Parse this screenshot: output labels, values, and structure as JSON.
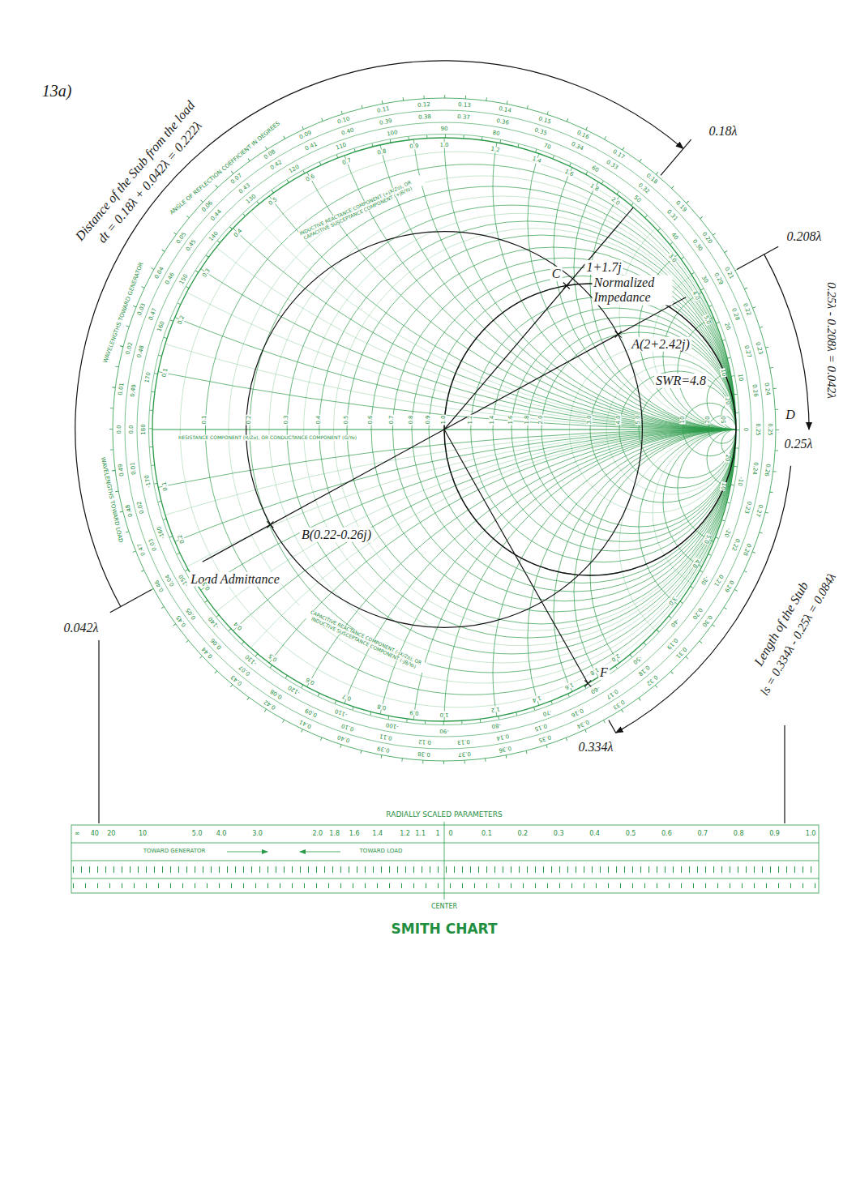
{
  "diagram": {
    "caption": "SMITH CHART",
    "labels": [
      "13a)",
      "Distance of the Stub from the load",
      "dt = 0.18λ + 0.042λ = 0.222λ",
      "0.18λ",
      "0.208λ",
      "0.25λ - 0.208λ = 0.042λ",
      "C",
      "1+1.7j",
      "Normalized Impedance",
      "A(2+2.42j)",
      "SWR=4.8",
      "D",
      "0.25λ",
      "B(0.22-0.26j)",
      "Load Admittance",
      "0.042λ",
      "F",
      "0.334λ",
      "Length of the Stub",
      "ls = 0.334λ - 0.25λ = 0.084λ",
      "RESISTANCE COMPONENT (R/Zo), OR CONDUCTANCE COMPONENT (G/Yo)",
      "WAVELENGTHS TOWARD GENERATOR",
      "WAVELENGTHS TOWARD LOAD",
      "INDUCTIVE REACTANCE COMPONENT (+jX/Zo), OR CAPACITIVE SUSCEPTANCE COMPONENT (+jB/Yo)",
      "CAPACITIVE REACTANCE COMPONENT (-jX/Zo), OR INDUCTIVE SUSCEPTANCE COMPONENT (-jB/Yo)",
      "ANGLE OF REFLECTION COEFFICIENT IN DEGREES",
      "RADIALLY SCALED PARAMETERS",
      "TOWARD GENERATOR",
      "TOWARD LOAD",
      "CENTER",
      "∞",
      "40",
      "20",
      "10",
      "5.0",
      "4.0",
      "3.0",
      "2.0",
      "1.8",
      "1.6",
      "1.4",
      "1.2",
      "1.1",
      "1",
      "0",
      "0.1",
      "0.2",
      "0.3",
      "0.4",
      "0.5",
      "0.6",
      "0.7",
      "0.8",
      "0.9",
      "1.0",
      "0.1",
      "0.2",
      "0.3",
      "0.4",
      "0.5",
      "0.6",
      "0.7",
      "0.8",
      "0.9",
      "1.0",
      "1.2",
      "1.4",
      "1.6",
      "1.8",
      "2.0",
      "3.0",
      "4.0",
      "5.0",
      "10",
      "20",
      "50",
      "0.1",
      "0.2",
      "0.3",
      "0.4",
      "0.5",
      "0.6",
      "0.7",
      "0.8",
      "0.9",
      "1.0",
      "1.2",
      "1.4",
      "1.6",
      "1.8",
      "2.0",
      "3.0",
      "4.0",
      "5.0",
      "10",
      "20",
      "0.1",
      "0.2",
      "0.3",
      "0.4",
      "0.5",
      "0.6",
      "0.7",
      "0.8",
      "0.9",
      "1.0",
      "1.2",
      "1.4",
      "1.6",
      "1.8",
      "2.0",
      "3.0",
      "4.0",
      "5.0",
      "10",
      "20",
      "0.0",
      "0.01",
      "0.02",
      "0.03",
      "0.04",
      "0.05",
      "0.06",
      "0.07",
      "0.08",
      "0.09",
      "0.10",
      "0.11",
      "0.12",
      "0.13",
      "0.14",
      "0.15",
      "0.16",
      "0.17",
      "0.18",
      "0.19",
      "0.20",
      "0.21",
      "0.22",
      "0.23",
      "0.24",
      "0.25",
      "0.26",
      "0.27",
      "0.28",
      "0.29",
      "0.30",
      "0.31",
      "0.32",
      "0.33",
      "0.34",
      "0.35",
      "0.36",
      "0.37",
      "0.38",
      "0.39",
      "0.40",
      "0.41",
      "0.42",
      "0.43",
      "0.44",
      "0.45",
      "0.46",
      "0.47",
      "0.48",
      "0.49",
      "0.0",
      "0.01",
      "0.02",
      "0.03",
      "0.04",
      "0.05",
      "0.06",
      "0.07",
      "0.08",
      "0.09",
      "0.10",
      "0.11",
      "0.12",
      "0.13",
      "0.14",
      "0.15",
      "0.16",
      "0.17",
      "0.18",
      "0.19",
      "0.20",
      "0.21",
      "0.22",
      "0.23",
      "0.24",
      "0.25",
      "0.26",
      "0.27",
      "0.28",
      "0.29",
      "0.30",
      "0.31",
      "0.32",
      "0.33",
      "0.34",
      "0.35",
      "0.36",
      "0.37",
      "0.38",
      "0.39",
      "0.40",
      "0.41",
      "0.42",
      "0.43",
      "0.44",
      "0.45",
      "0.46",
      "0.47",
      "0.48",
      "0.49",
      "0",
      "10",
      "20",
      "30",
      "40",
      "50",
      "60",
      "70",
      "80",
      "90",
      "100",
      "110",
      "120",
      "130",
      "140",
      "150",
      "160",
      "170",
      "180",
      "-10",
      "-20",
      "-30",
      "-40",
      "-50",
      "-60",
      "-70",
      "-80",
      "-90",
      "-100",
      "-110",
      "-120",
      "-130",
      "-140",
      "-150",
      "-160",
      "-170"
    ]
  }
}
